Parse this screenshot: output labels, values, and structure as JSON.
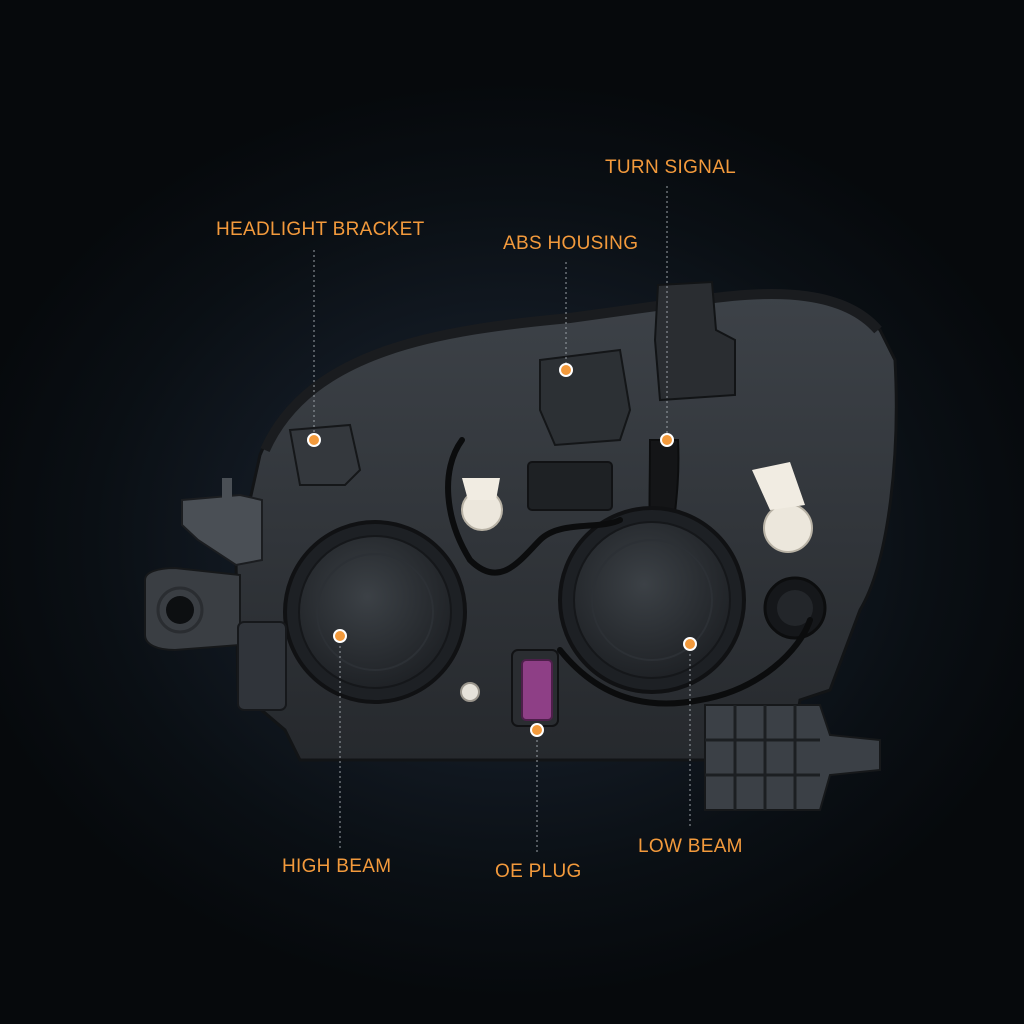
{
  "accent_color": "#f39a3c",
  "callouts": {
    "headlight_bracket": "HEADLIGHT BRACKET",
    "abs_housing": "ABS HOUSING",
    "turn_signal": "TURN SIGNAL",
    "high_beam": "HIGH BEAM",
    "oe_plug": "OE PLUG",
    "low_beam": "LOW BEAM"
  }
}
